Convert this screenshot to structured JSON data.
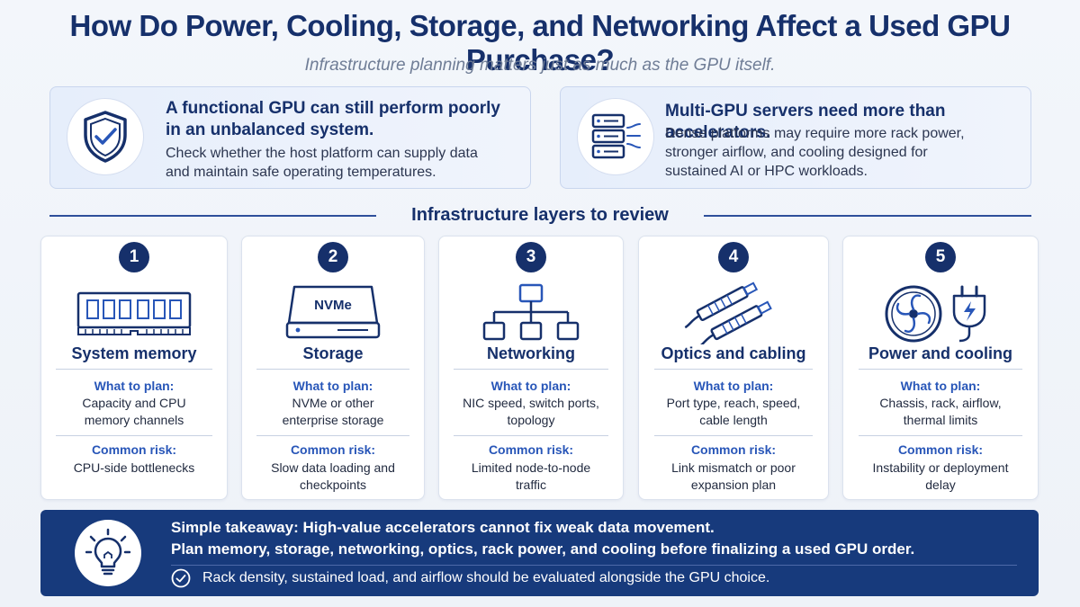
{
  "header": {
    "title": "How Do Power, Cooling, Storage, and Networking Affect a Used GPU Purchase?",
    "subtitle": "Infrastructure planning matters just as much as the GPU itself."
  },
  "info_cards": [
    {
      "icon": "shield-check-icon",
      "heading_lines": [
        "A functional GPU can still perform poorly",
        "in an unbalanced system."
      ],
      "body_lines": [
        "Check whether the host platform can supply data",
        "and maintain safe operating temperatures."
      ]
    },
    {
      "icon": "server-stack-icon",
      "heading_lines": [
        "Multi-GPU servers need more than accelerators."
      ],
      "body_lines": [
        "Dense platforms may require more rack power,",
        "stronger airflow, and cooling designed for",
        "sustained AI or HPC workloads."
      ]
    }
  ],
  "section_title": "Infrastructure layers to review",
  "layers": [
    {
      "number": "1",
      "icon": "memory-module-icon",
      "name": "System memory",
      "plan_label": "What to plan:",
      "plan_lines": [
        "Capacity and CPU",
        "memory channels"
      ],
      "risk_label": "Common risk:",
      "risk_lines": [
        "CPU-side bottlenecks"
      ]
    },
    {
      "number": "2",
      "icon": "nvme-drive-icon",
      "icon_text": "NVMe",
      "name": "Storage",
      "plan_label": "What to plan:",
      "plan_lines": [
        "NVMe or other",
        "enterprise storage"
      ],
      "risk_label": "Common risk:",
      "risk_lines": [
        "Slow data loading and",
        "checkpoints"
      ]
    },
    {
      "number": "3",
      "icon": "network-topology-icon",
      "name": "Networking",
      "plan_label": "What to plan:",
      "plan_lines": [
        "NIC speed, switch ports,",
        "topology"
      ],
      "risk_label": "Common risk:",
      "risk_lines": [
        "Limited node-to-node",
        "traffic"
      ]
    },
    {
      "number": "4",
      "icon": "optical-cable-icon",
      "name": "Optics and cabling",
      "plan_label": "What to plan:",
      "plan_lines": [
        "Port type, reach, speed,",
        "cable length"
      ],
      "risk_label": "Common risk:",
      "risk_lines": [
        "Link mismatch or poor",
        "expansion plan"
      ]
    },
    {
      "number": "5",
      "icon": "fan-and-plug-icon",
      "name": "Power and cooling",
      "plan_label": "What to plan:",
      "plan_lines": [
        "Chassis, rack, airflow,",
        "thermal limits"
      ],
      "risk_label": "Common risk:",
      "risk_lines": [
        "Instability or deployment",
        "delay"
      ]
    }
  ],
  "takeaway": {
    "icon": "lightbulb-icon",
    "line1": "Simple takeaway: High-value accelerators cannot fix weak data movement.",
    "line2": "Plan memory, storage, networking, optics, rack power, and cooling before finalizing a used GPU order.",
    "check_icon": "check-circle-icon",
    "line3": "Rack density, sustained load, and airflow should be evaluated alongside the GPU choice."
  },
  "colors": {
    "navy": "#16306b",
    "accent_blue": "#2856b8",
    "takeaway_bg": "#173a7c"
  }
}
